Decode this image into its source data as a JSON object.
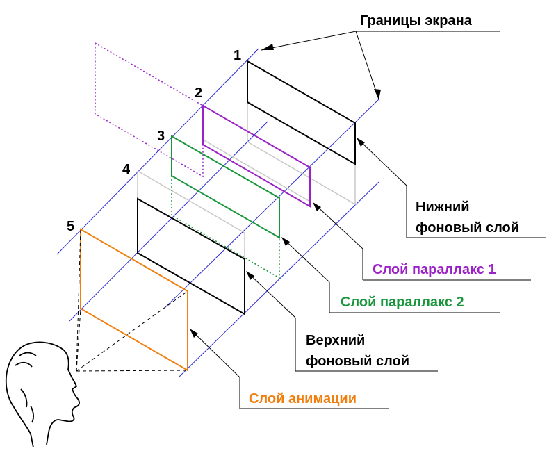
{
  "title": "Границы экрана",
  "numbers": [
    "1",
    "2",
    "3",
    "4",
    "5"
  ],
  "labels": {
    "bottom_bg": [
      "Нижний",
      "фоновый слой"
    ],
    "parallax1": "Слой параллакс 1",
    "parallax2": "Слой параллакс 2",
    "top_bg": [
      "Верхний",
      "фоновый слой"
    ],
    "animation": "Слой анимации"
  },
  "colors": {
    "black": "#000000",
    "purple": "#9a22c7",
    "green": "#19963c",
    "orange": "#f07f0f",
    "blue": "#2a2ad8",
    "gray": "#c8c8c8"
  },
  "icons": {
    "viewer": "head-profile-icon"
  }
}
